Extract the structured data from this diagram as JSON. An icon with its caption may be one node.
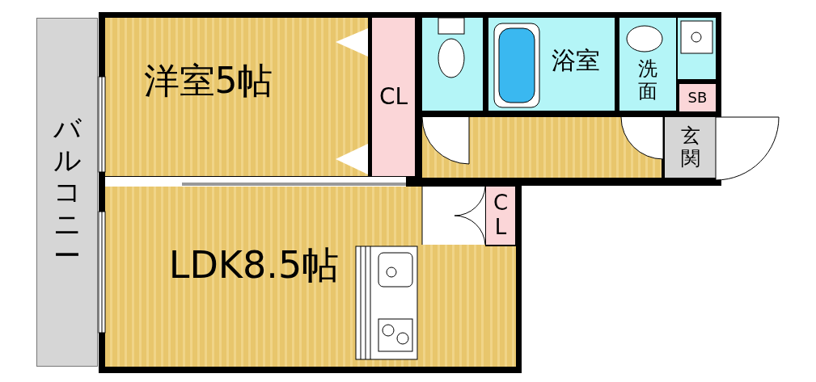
{
  "diagram": {
    "nodes": [
      {
        "text": [
          "バルコニー"
        ]
      },
      {
        "text": [
          "洋室5帖"
        ]
      },
      {
        "text": [
          "CL"
        ]
      },
      {
        "text": [],
        "shape": "box"
      },
      {
        "text": [
          "浴室"
        ]
      },
      {
        "text": [
          "洗面"
        ]
      },
      {
        "text": [
          "SB"
        ]
      },
      {
        "text": [],
        "shape": "box"
      },
      {
        "text": [
          "玄関"
        ]
      },
      {
        "text": [
          "CL"
        ]
      },
      {
        "text": [
          "LDK8.5帖"
        ]
      }
    ],
    "edges": []
  }
}
